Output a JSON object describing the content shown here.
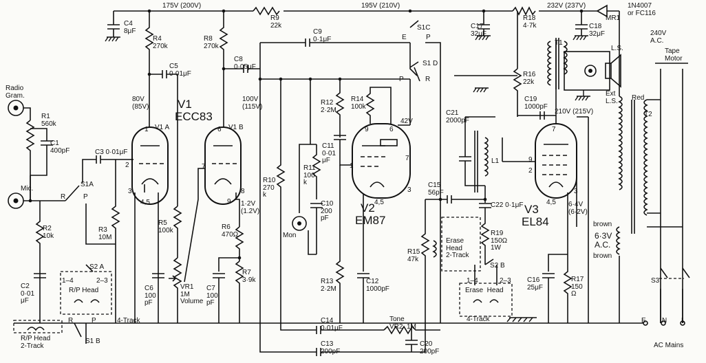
{
  "rails": {
    "v175": "175V (200V)",
    "v195": "195V (210V)",
    "v232": "232V (237V)",
    "v240": "240V\nA.C.",
    "v210": "210V (215V)",
    "v42": "42V",
    "v80": "80V\n(85V)",
    "v100": "100V\n(115V)",
    "v12": "1·2V\n(1.2V)",
    "v64": "6·4V\n(6·2V)"
  },
  "tubes": [
    {
      "ref": "V1",
      "type": "ECC83",
      "a": "V1 A",
      "b": "V1 B"
    },
    {
      "ref": "V2",
      "type": "EM87"
    },
    {
      "ref": "V3",
      "type": "EL84"
    }
  ],
  "resistors": {
    "R1": "R1\n560k",
    "R2": "R2\n10k",
    "R3": "R3\n10M",
    "R4": "R4\n270k",
    "R5": "R5\n100k",
    "R6": "R6\n470Ω",
    "R7": "R7\n3·9k",
    "R8": "R8\n270k",
    "R9": "R9\n22k",
    "R10": "R10\n270\nk",
    "R11": "R11\n100\nk",
    "R12": "R12\n2·2M",
    "R13": "R13\n2·2M",
    "R14": "R14\n100k",
    "R15": "R15\n47k",
    "R16": "R16\n22k",
    "R17": "R17\n150\nΩ",
    "R18": "R18\n4·7k",
    "R19": "R19\n150Ω\n1W"
  },
  "capacitors": {
    "C1": "C1\n400pF",
    "C2": "C2\n0·01\nμF",
    "C3": "C3 0·01μF",
    "C4": "C4\n8μF",
    "C5": "C5\n0·01μF",
    "C6": "C6\n100\npF",
    "C7": "C7\n100\npF",
    "C8": "C8\n0·05μF",
    "C9": "C9\n0·1μF",
    "C10": "C10\n200\npF",
    "C11": "C11\n0·01\nμF",
    "C12": "C12\n1000pF",
    "C13": "C13\n200pF",
    "C14": "C14\n0·01μF",
    "C15": "C15\n56pF",
    "C16": "C16\n25μF",
    "C17": "C17\n32μF",
    "C18": "C18\n32μF",
    "C19": "C19\n1000pF",
    "C20": "C20\n200pF",
    "C21": "C21\n2000pF",
    "C22": "C22 0·1μF"
  },
  "controls": {
    "VR1": "VR1\n1M\nVolume",
    "VR2": "Tone\nVR2  1M",
    "S1A": "S1A",
    "S1B": "S1 B",
    "S1C": "S1C",
    "S1D": "S1 D",
    "S2A": "S2 A",
    "S2B": "S2 B",
    "S3": "S3"
  },
  "parts": {
    "radio": "Radio\nGram.",
    "mic": "Mic.",
    "mon": "Mon",
    "rp_head": "R/P Head",
    "rp_head_2t": "R/P Head\n2-Track",
    "four_track": "4-Track",
    "erase_2t": "Erase\nHead\n2-Track",
    "erase_head": "Erase  Head",
    "ls": "L.S.",
    "ext_ls": "Ext\nL.S.",
    "t1": "T1",
    "t2": "T2",
    "l1": "L1",
    "mr1": "MR1",
    "rectifier": "1N4007\nor FC116",
    "tape_motor": "Tape\nMotor",
    "red": "Red",
    "brown": "brown",
    "heater": "6·3V\nA.C.",
    "mains": "AC Mains"
  },
  "pins": {
    "p1": "1",
    "p2": "2",
    "p3": "3",
    "p45": "4,5",
    "p6": "6",
    "p7": "7",
    "p8": "8",
    "p9": "9"
  },
  "switch_letters": {
    "r": "R",
    "p": "P",
    "e": "E",
    "n": "N",
    "l": "L",
    "s14": "1–4",
    "s23": "2–3"
  }
}
